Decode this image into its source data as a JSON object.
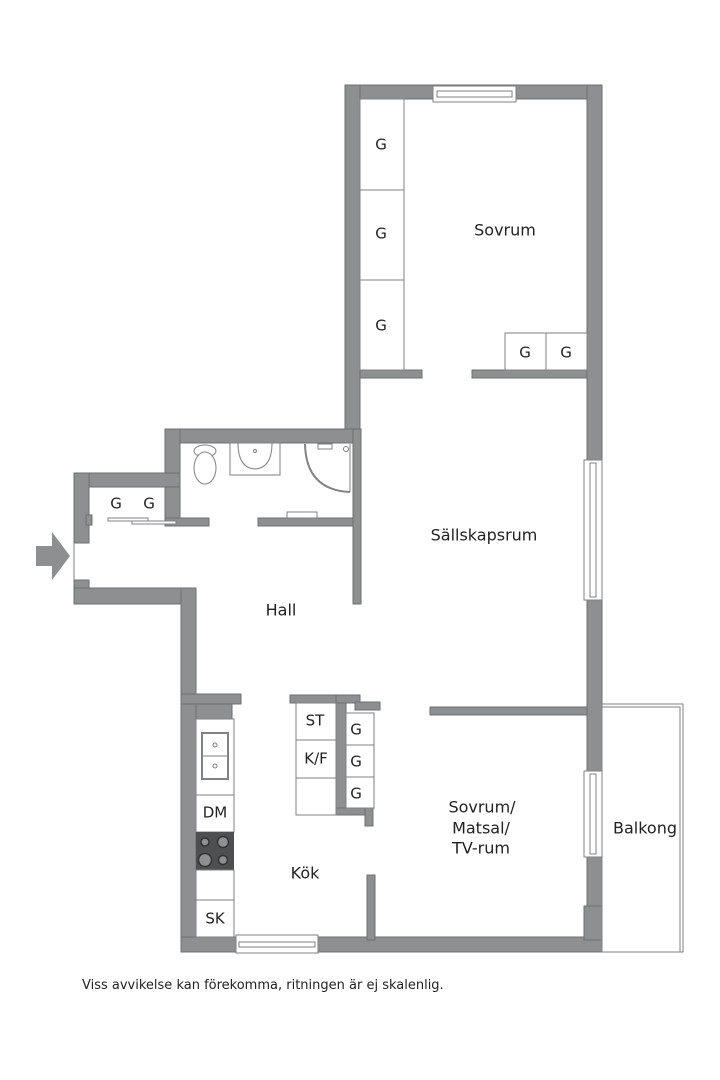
{
  "floorplan": {
    "colors": {
      "wall": "#8d8f90",
      "wall_outline": "#6e7071",
      "background": "#ffffff",
      "text": "#222222"
    },
    "rooms": {
      "sovrum": "Sovrum",
      "sallskapsrum": "Sällskapsrum",
      "hall": "Hall",
      "kok": "Kök",
      "sovrum_matsal_tvrum": [
        "Sovrum/",
        "Matsal/",
        "TV-rum"
      ],
      "balkong": "Balkong"
    },
    "storage": {
      "sovrum_wardrobes": [
        "G",
        "G",
        "G"
      ],
      "sovrum_small_wardrobes": [
        "G",
        "G"
      ],
      "hall_wardrobes": [
        "G",
        "G"
      ],
      "kitchen_wardrobes": [
        "G",
        "G",
        "G"
      ]
    },
    "appliances": {
      "freezer": "ST",
      "fridge_freezer": "K/F",
      "dishwasher": "DM",
      "cabinet": "SK"
    },
    "entrance_marker": "entrance-arrow"
  },
  "footer": {
    "disclaimer": "Viss avvikelse kan förekomma, ritningen är ej skalenlig."
  }
}
